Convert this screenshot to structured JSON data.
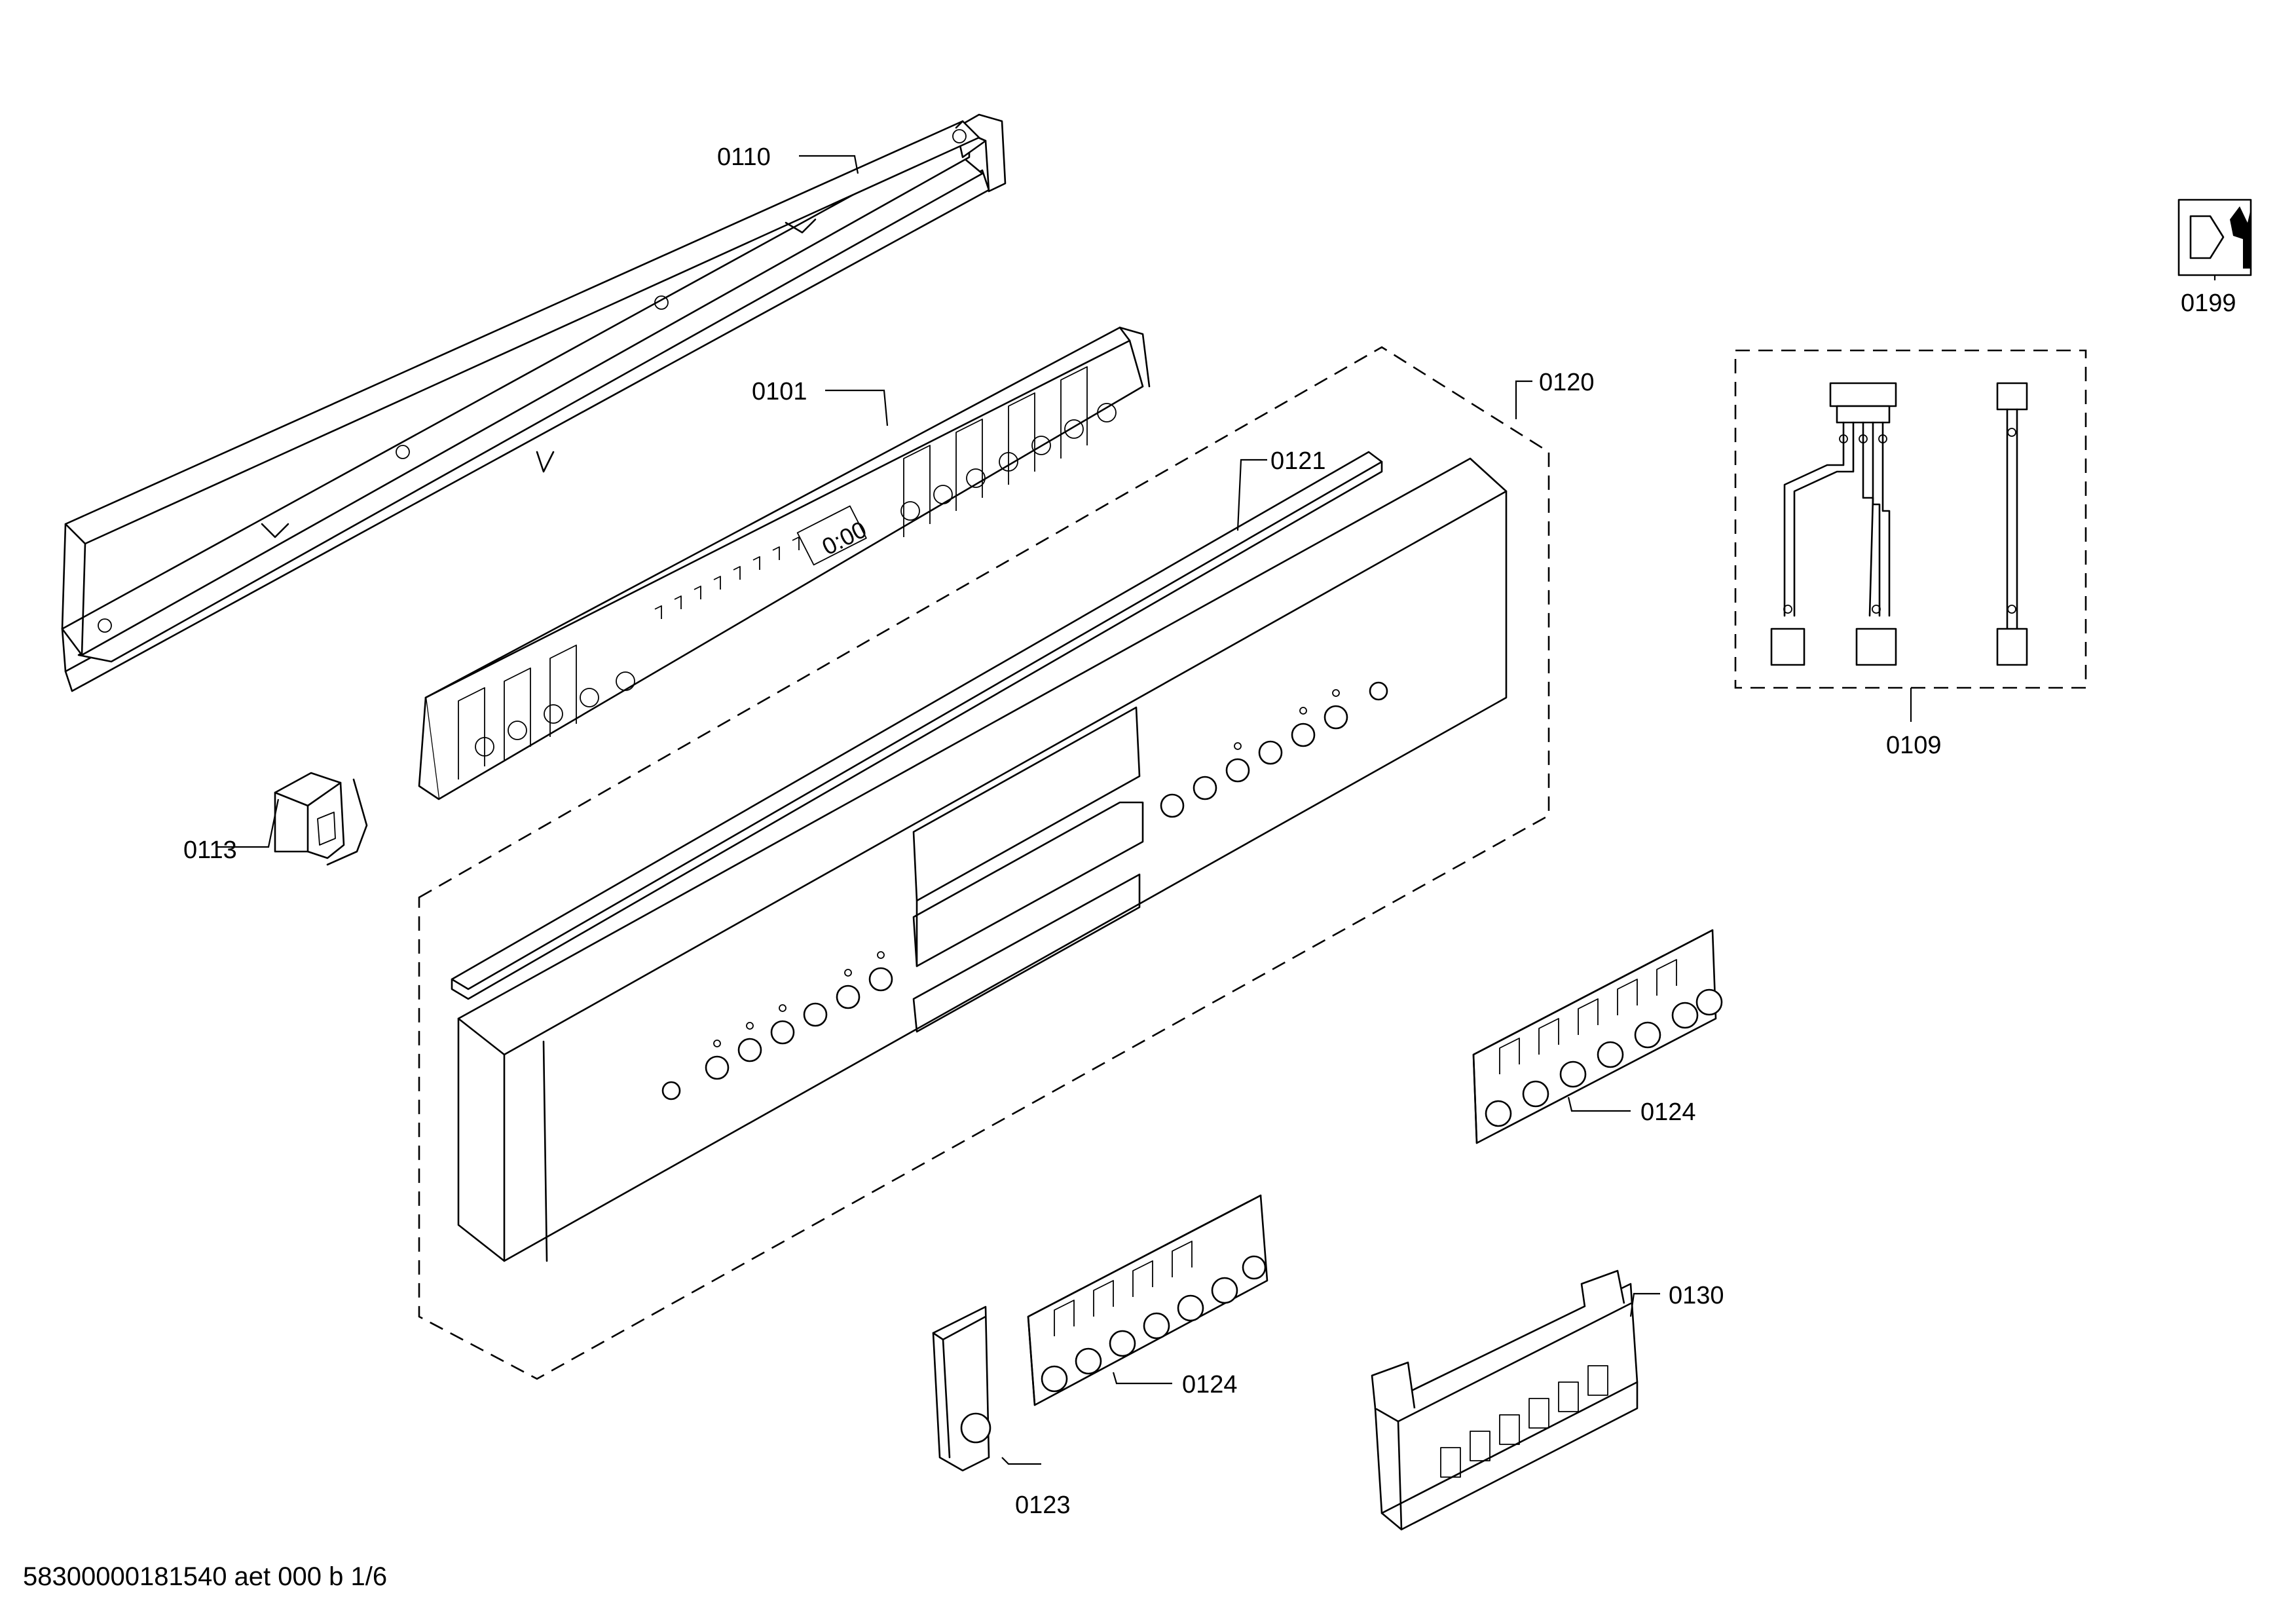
{
  "parts": [
    {
      "id": "p0110",
      "label": "0110"
    },
    {
      "id": "p0101",
      "label": "0101"
    },
    {
      "id": "p0120",
      "label": "0120"
    },
    {
      "id": "p0121",
      "label": "0121"
    },
    {
      "id": "p0113",
      "label": "0113"
    },
    {
      "id": "p0109",
      "label": "0109"
    },
    {
      "id": "p0199",
      "label": "0199"
    },
    {
      "id": "p0124a",
      "label": "0124"
    },
    {
      "id": "p0124b",
      "label": "0124"
    },
    {
      "id": "p0130",
      "label": "0130"
    },
    {
      "id": "p0123",
      "label": "0123"
    }
  ],
  "display_readout": "0:00",
  "footer": "58300000181540 aet 000 b 1/6"
}
